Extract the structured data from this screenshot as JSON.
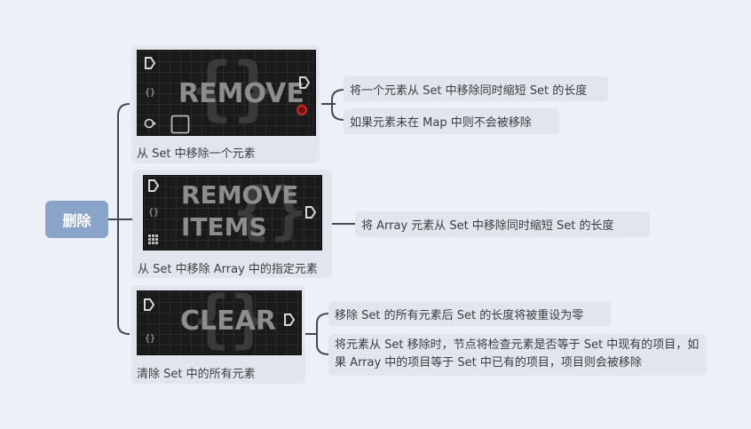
{
  "root": {
    "label": "删除"
  },
  "branches": [
    {
      "caption": "从 Set 中移除一个元素",
      "node_title": "REMOVE",
      "leaves": [
        "将一个元素从 Set 中移除同时缩短 Set 的长度",
        "如果元素未在 Map 中则不会被移除"
      ]
    },
    {
      "caption": "从 Set 中移除 Array 中的指定元素",
      "node_title_line1": "REMOVE",
      "node_title_line2": "ITEMS",
      "leaves": [
        "将 Array 元素从 Set 中移除同时缩短 Set 的长度"
      ]
    },
    {
      "caption": "清除 Set 中的所有元素",
      "node_title": "CLEAR",
      "leaves": [
        "移除 Set 的所有元素后 Set 的长度将被重设为零",
        "将元素从 Set 移除时，节点将检查元素是否等于 Set 中现有的项目，如果 Array 中的项目等于 Set 中已有的项目，项目则会被移除"
      ]
    }
  ],
  "colors": {
    "root": "#8aa3c8",
    "connector": "#3d4a5c",
    "card": "#e1e6ee",
    "canvas": "#edf1f7"
  },
  "icons": [
    "exec-pin-icon",
    "struct-pin-icon",
    "input-pin-icon",
    "checkbox-icon",
    "grid-pin-icon"
  ]
}
